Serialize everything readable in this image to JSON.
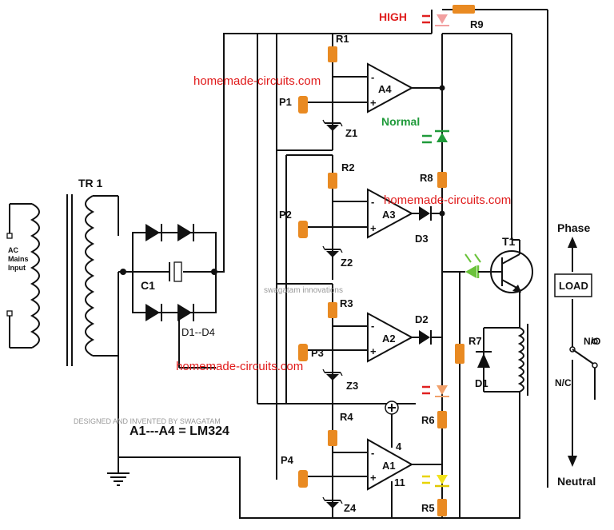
{
  "labels": {
    "tr1": "TR 1",
    "ac_mains_input_1": "AC",
    "ac_mains_input_2": "Mains",
    "ac_mains_input_3": "Input",
    "c1": "C1",
    "d1_d4": "D1--D4",
    "designed_by": "DESIGNED AND INVENTED BY SWAGATAM",
    "ic_note": "A1---A4 = LM324",
    "swagatam_watermark": "swagatam innovations",
    "watermark": "homemade-circuits.com",
    "high": "HIGH",
    "normal": "Normal",
    "r1": "R1",
    "r2": "R2",
    "r3": "R3",
    "r4": "R4",
    "r5": "R5",
    "r6": "R6",
    "r7": "R7",
    "r8": "R8",
    "r9": "R9",
    "p1": "P1",
    "p2": "P2",
    "p3": "P3",
    "p4": "P4",
    "z1": "Z1",
    "z2": "Z2",
    "z3": "Z3",
    "z4": "Z4",
    "a1": "A1",
    "a2": "A2",
    "a3": "A3",
    "a4": "A4",
    "d1": "D1",
    "d2": "D2",
    "d3": "D3",
    "t1": "T1",
    "pin4": "4",
    "pin11": "11",
    "phase": "Phase",
    "neutral": "Neutral",
    "load": "LOAD",
    "no": "N/O",
    "nc": "N/C",
    "plus": "+",
    "minus": "-"
  },
  "colors": {
    "wire": "#111111",
    "resistor": "#e98a22",
    "watermark": "#e01a1a",
    "high_led": "#f2a0a0",
    "normal_led": "#1f9a3a",
    "t1_led": "#6ac23a",
    "mid_led": "#f1a06a",
    "low_led": "#f2e21a"
  }
}
